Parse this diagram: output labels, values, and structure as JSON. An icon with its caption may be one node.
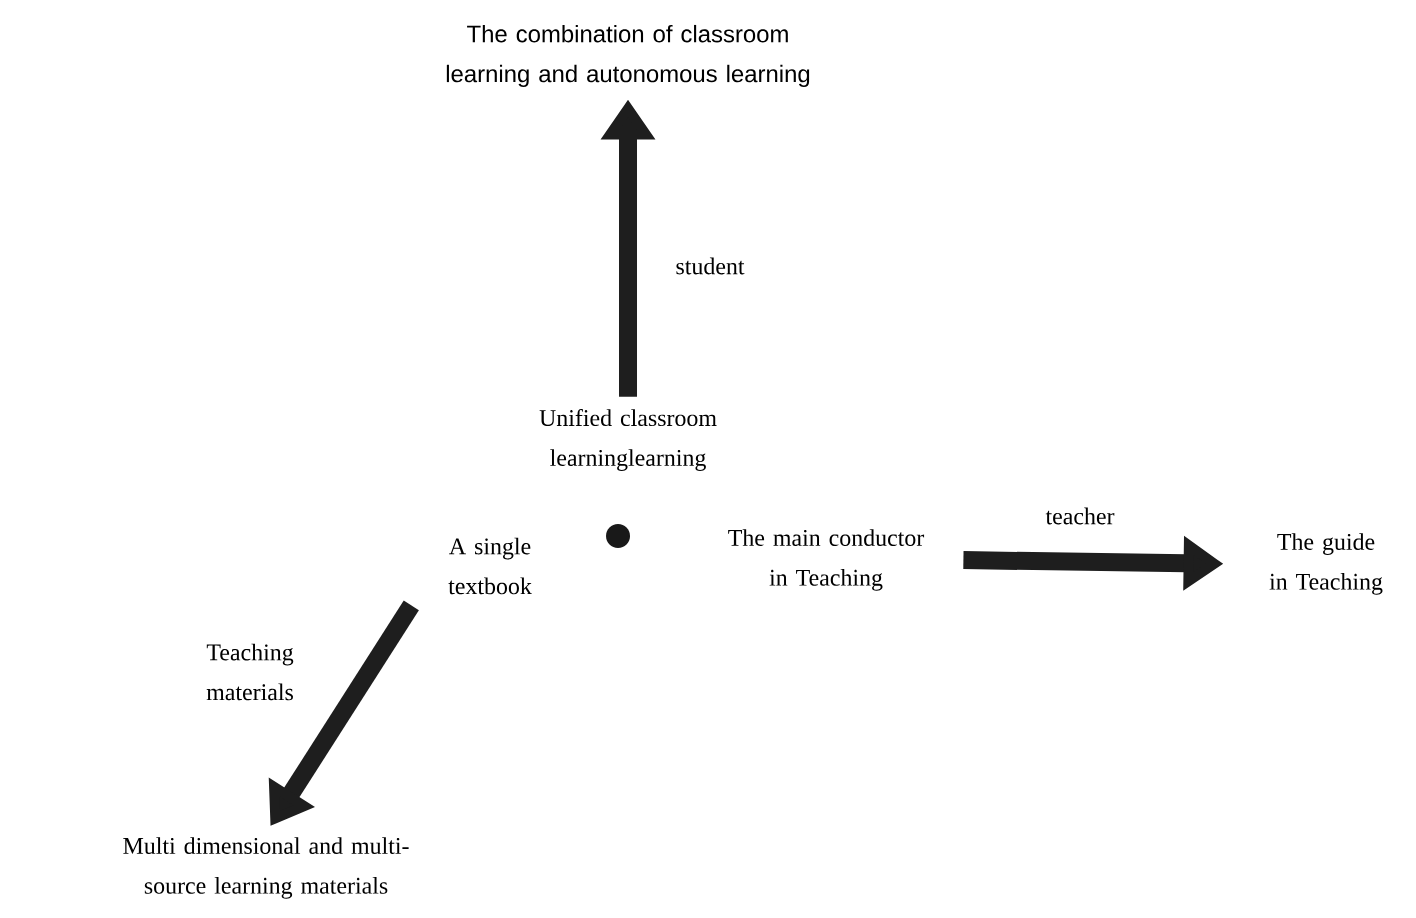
{
  "diagram": {
    "nodes": [
      {
        "text": [
          "The combination of classroom learning and autonomous learning"
        ]
      },
      {
        "text": [
          "Unified classroom learninglearning"
        ]
      },
      {
        "text": [
          "A single textbook"
        ]
      },
      {
        "text": [],
        "shape": "circle"
      },
      {
        "text": [
          "The main conductor in Teaching"
        ]
      },
      {
        "text": [
          "The guide in Teaching"
        ]
      },
      {
        "text": [
          "Multi dimensional and multi-source learning materials"
        ]
      }
    ],
    "edges": [
      {
        "from": 1,
        "to": 0,
        "arrow": "to",
        "label": "student"
      },
      {
        "from": 4,
        "to": 5,
        "arrow": "to",
        "label": "teacher"
      },
      {
        "from": 2,
        "to": 6,
        "arrow": "to",
        "label": "Teaching materials"
      }
    ]
  }
}
